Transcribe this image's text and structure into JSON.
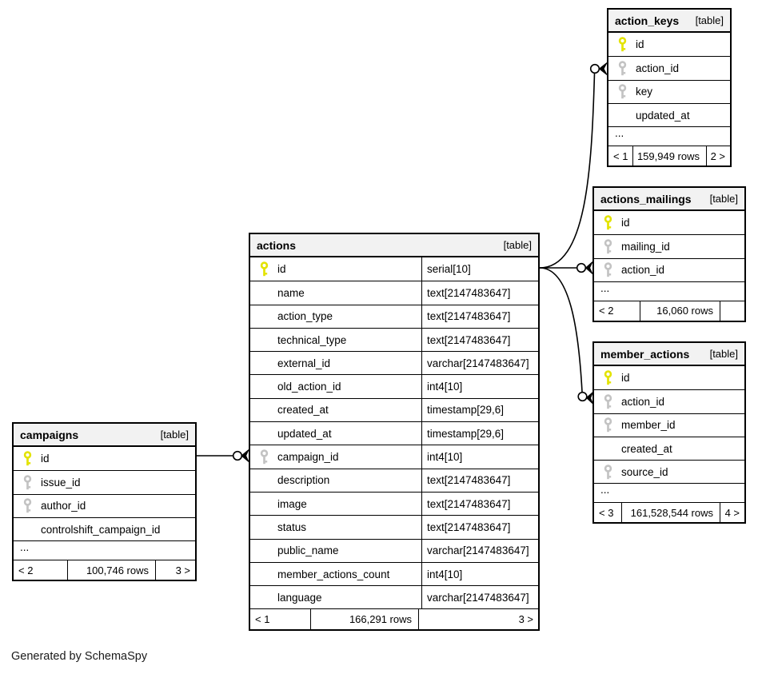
{
  "diagram": {
    "generator_note": "Generated by SchemaSpy",
    "colors": {
      "primary_key": "#e3e300",
      "foreign_key": "#c3c3c3",
      "header_bg": "#f2f2f2",
      "border": "#000000",
      "background": "#ffffff"
    }
  },
  "tables": [
    {
      "name": "action_keys",
      "kind": "[table]",
      "has_types": false,
      "columns": [
        {
          "name": "id",
          "key": "primary"
        },
        {
          "name": "action_id",
          "key": "foreign"
        },
        {
          "name": "key",
          "key": "foreign"
        },
        {
          "name": "updated_at",
          "key": null
        },
        {
          "name": "...",
          "ellipsis": true
        }
      ],
      "footer": {
        "left": "< 1",
        "rows": "159,949 rows",
        "right": "2 >"
      }
    },
    {
      "name": "actions_mailings",
      "kind": "[table]",
      "has_types": false,
      "columns": [
        {
          "name": "id",
          "key": "primary"
        },
        {
          "name": "mailing_id",
          "key": "foreign"
        },
        {
          "name": "action_id",
          "key": "foreign"
        },
        {
          "name": "...",
          "ellipsis": true
        }
      ],
      "footer": {
        "left": "< 2",
        "rows": "16,060 rows",
        "right": ""
      }
    },
    {
      "name": "member_actions",
      "kind": "[table]",
      "has_types": false,
      "columns": [
        {
          "name": "id",
          "key": "primary"
        },
        {
          "name": "action_id",
          "key": "foreign"
        },
        {
          "name": "member_id",
          "key": "foreign"
        },
        {
          "name": "created_at",
          "key": null
        },
        {
          "name": "source_id",
          "key": "foreign"
        },
        {
          "name": "...",
          "ellipsis": true
        }
      ],
      "footer": {
        "left": "< 3",
        "rows": "161,528,544 rows",
        "right": "4 >"
      }
    },
    {
      "name": "actions",
      "kind": "[table]",
      "has_types": true,
      "columns": [
        {
          "name": "id",
          "key": "primary",
          "type": "serial[10]"
        },
        {
          "name": "name",
          "key": null,
          "type": "text[2147483647]"
        },
        {
          "name": "action_type",
          "key": null,
          "type": "text[2147483647]"
        },
        {
          "name": "technical_type",
          "key": null,
          "type": "text[2147483647]"
        },
        {
          "name": "external_id",
          "key": null,
          "type": "varchar[2147483647]"
        },
        {
          "name": "old_action_id",
          "key": null,
          "type": "int4[10]"
        },
        {
          "name": "created_at",
          "key": null,
          "type": "timestamp[29,6]"
        },
        {
          "name": "updated_at",
          "key": null,
          "type": "timestamp[29,6]"
        },
        {
          "name": "campaign_id",
          "key": "foreign",
          "type": "int4[10]"
        },
        {
          "name": "description",
          "key": null,
          "type": "text[2147483647]"
        },
        {
          "name": "image",
          "key": null,
          "type": "text[2147483647]"
        },
        {
          "name": "status",
          "key": null,
          "type": "text[2147483647]"
        },
        {
          "name": "public_name",
          "key": null,
          "type": "varchar[2147483647]"
        },
        {
          "name": "member_actions_count",
          "key": null,
          "type": "int4[10]"
        },
        {
          "name": "language",
          "key": null,
          "type": "varchar[2147483647]"
        }
      ],
      "footer": {
        "left": "< 1",
        "rows": "166,291 rows",
        "right": "3 >"
      }
    },
    {
      "name": "campaigns",
      "kind": "[table]",
      "has_types": false,
      "columns": [
        {
          "name": "id",
          "key": "primary"
        },
        {
          "name": "issue_id",
          "key": "foreign"
        },
        {
          "name": "author_id",
          "key": "foreign"
        },
        {
          "name": "controlshift_campaign_id",
          "key": null
        },
        {
          "name": "...",
          "ellipsis": true
        }
      ],
      "footer": {
        "left": "< 2",
        "rows": "100,746 rows",
        "right": "3 >"
      }
    }
  ],
  "relationships": [
    {
      "from": "campaigns.id",
      "to": "actions.campaign_id"
    },
    {
      "from": "actions.id",
      "to": "action_keys.action_id"
    },
    {
      "from": "actions.id",
      "to": "actions_mailings.action_id"
    },
    {
      "from": "actions.id",
      "to": "member_actions.action_id"
    }
  ]
}
